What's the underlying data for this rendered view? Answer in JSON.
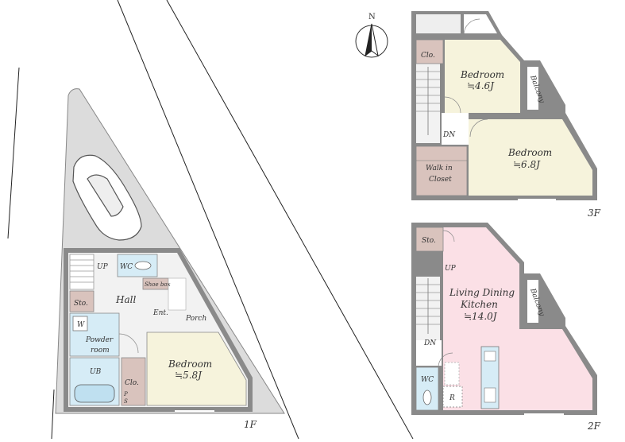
{
  "compass": {
    "north": "N"
  },
  "floor_1": {
    "label": "1F",
    "rooms": {
      "up": "UP",
      "wc": "WC",
      "shoe_box": "Shoe box",
      "hall": "Hall",
      "storage": "Sto.",
      "entrance": "Ent.",
      "porch": "Porch",
      "washer": "W",
      "powder_room_line1": "Powder",
      "powder_room_line2": "room",
      "bath": "UB",
      "closet": "Clo.",
      "pipe_space_p": "P",
      "pipe_space_s": "S",
      "bedroom": "Bedroom",
      "bedroom_size": "≒5.8J"
    }
  },
  "floor_2": {
    "label": "2F",
    "rooms": {
      "storage": "Sto.",
      "up": "UP",
      "ldk_line1": "Living Dining",
      "ldk_line2": "Kitchen",
      "ldk_size": "≒14.0J",
      "balcony": "Balcony",
      "down": "DN",
      "wc": "WC",
      "refrigerator": "R"
    }
  },
  "floor_3": {
    "label": "3F",
    "rooms": {
      "closet": "Clo.",
      "bedroom_a": "Bedroom",
      "bedroom_a_size": "≒4.6J",
      "balcony": "Balcony",
      "down": "DN",
      "bedroom_b": "Bedroom",
      "bedroom_b_size": "≒6.8J",
      "walk_in_line1": "Walk in",
      "walk_in_line2": "Closet"
    }
  },
  "colors": {
    "wall": "#8a8a8a",
    "bedroom": "#f6f3dc",
    "ldk": "#fbe0e6",
    "bath": "#d6ecf6",
    "storage": "#d9c3bd",
    "site": "#dcdcdc",
    "floor_gray": "#f2f2f2"
  }
}
